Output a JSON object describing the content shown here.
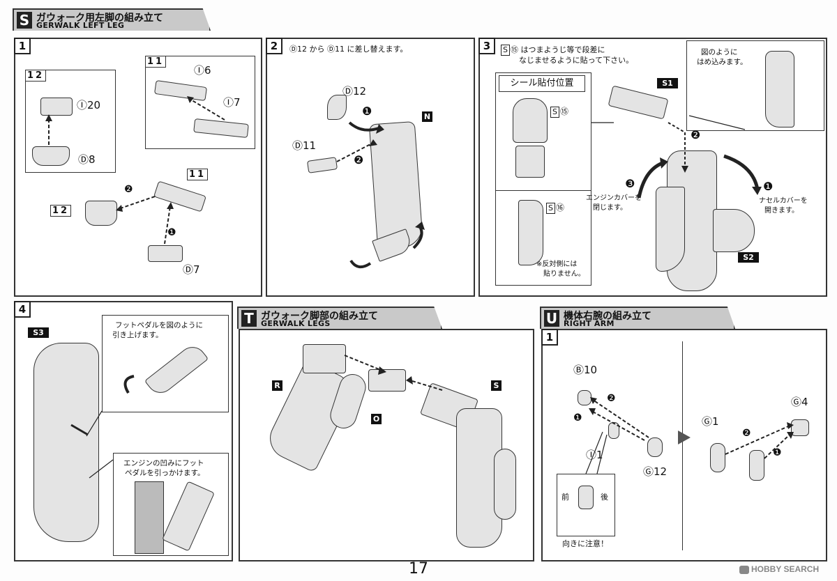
{
  "sectionS": {
    "letter": "S",
    "title_jp": "ガウォーク用左脚の組み立て",
    "title_en": "GERWALK LEFT LEG"
  },
  "sectionT": {
    "letter": "T",
    "title_jp": "ガウォーク脚部の組み立て",
    "title_en": "GERWALK LEGS"
  },
  "sectionU": {
    "letter": "U",
    "title_jp": "機体右腕の組み立て",
    "title_en": "RIGHT ARM"
  },
  "panel1": {
    "step": "1",
    "sub_a": "12",
    "sub_b": "11",
    "sub_c": "11",
    "sub_d": "12",
    "p_i20": "Ⓘ20",
    "p_d8": "Ⓓ8",
    "p_i6": "Ⓘ6",
    "p_i7": "Ⓘ7",
    "p_d7": "Ⓓ7",
    "arrow1": "❶",
    "arrow2": "❷"
  },
  "panel2": {
    "step": "2",
    "instruction": "Ⓓ12 から Ⓓ11 に差し替えます。",
    "p_d12": "Ⓓ12",
    "p_d11": "Ⓓ11",
    "part_n": "N",
    "arrow1": "❶",
    "arrow2": "❷"
  },
  "panel3": {
    "step": "3",
    "instruction_line1": "⑮ はつまようじ等で段差に",
    "instruction_line2": "なじませるように貼って下さい。",
    "seal_title": "シール貼付位置",
    "seal_59": "⑮",
    "seal_69": "⑯",
    "note_line1": "※反対側には",
    "note_line2": "貼りません。",
    "callout_line1": "図のように",
    "callout_line2": "はめ込みます。",
    "s1": "S1",
    "s2": "S2",
    "engine_cover_line1": "エンジンカバーを",
    "engine_cover_line2": "閉じます。",
    "nacelle_line1": "ナセルカバーを",
    "nacelle_line2": "開きます。",
    "arrow1": "❶",
    "arrow2": "❷",
    "arrow3": "❸"
  },
  "panel4": {
    "step": "4",
    "s3": "S3",
    "callout1_line1": "フットペダルを図のように",
    "callout1_line2": "引き上げます。",
    "callout2_line1": "エンジンの凹みにフット",
    "callout2_line2": "ペダルを引っかけます。"
  },
  "panelT": {
    "part_r": "R",
    "part_o": "O",
    "part_s": "S"
  },
  "panelU": {
    "step": "1",
    "p_b10": "Ⓑ10",
    "p_i1": "Ⓘ1",
    "p_g12": "Ⓖ12",
    "p_g1": "Ⓖ1",
    "p_g4": "Ⓖ4",
    "front": "前",
    "back": "後",
    "caution": "向きに注意！",
    "arrow1": "❶",
    "arrow2": "❷"
  },
  "page_number": "17",
  "watermark": "HOBBY SEARCH"
}
